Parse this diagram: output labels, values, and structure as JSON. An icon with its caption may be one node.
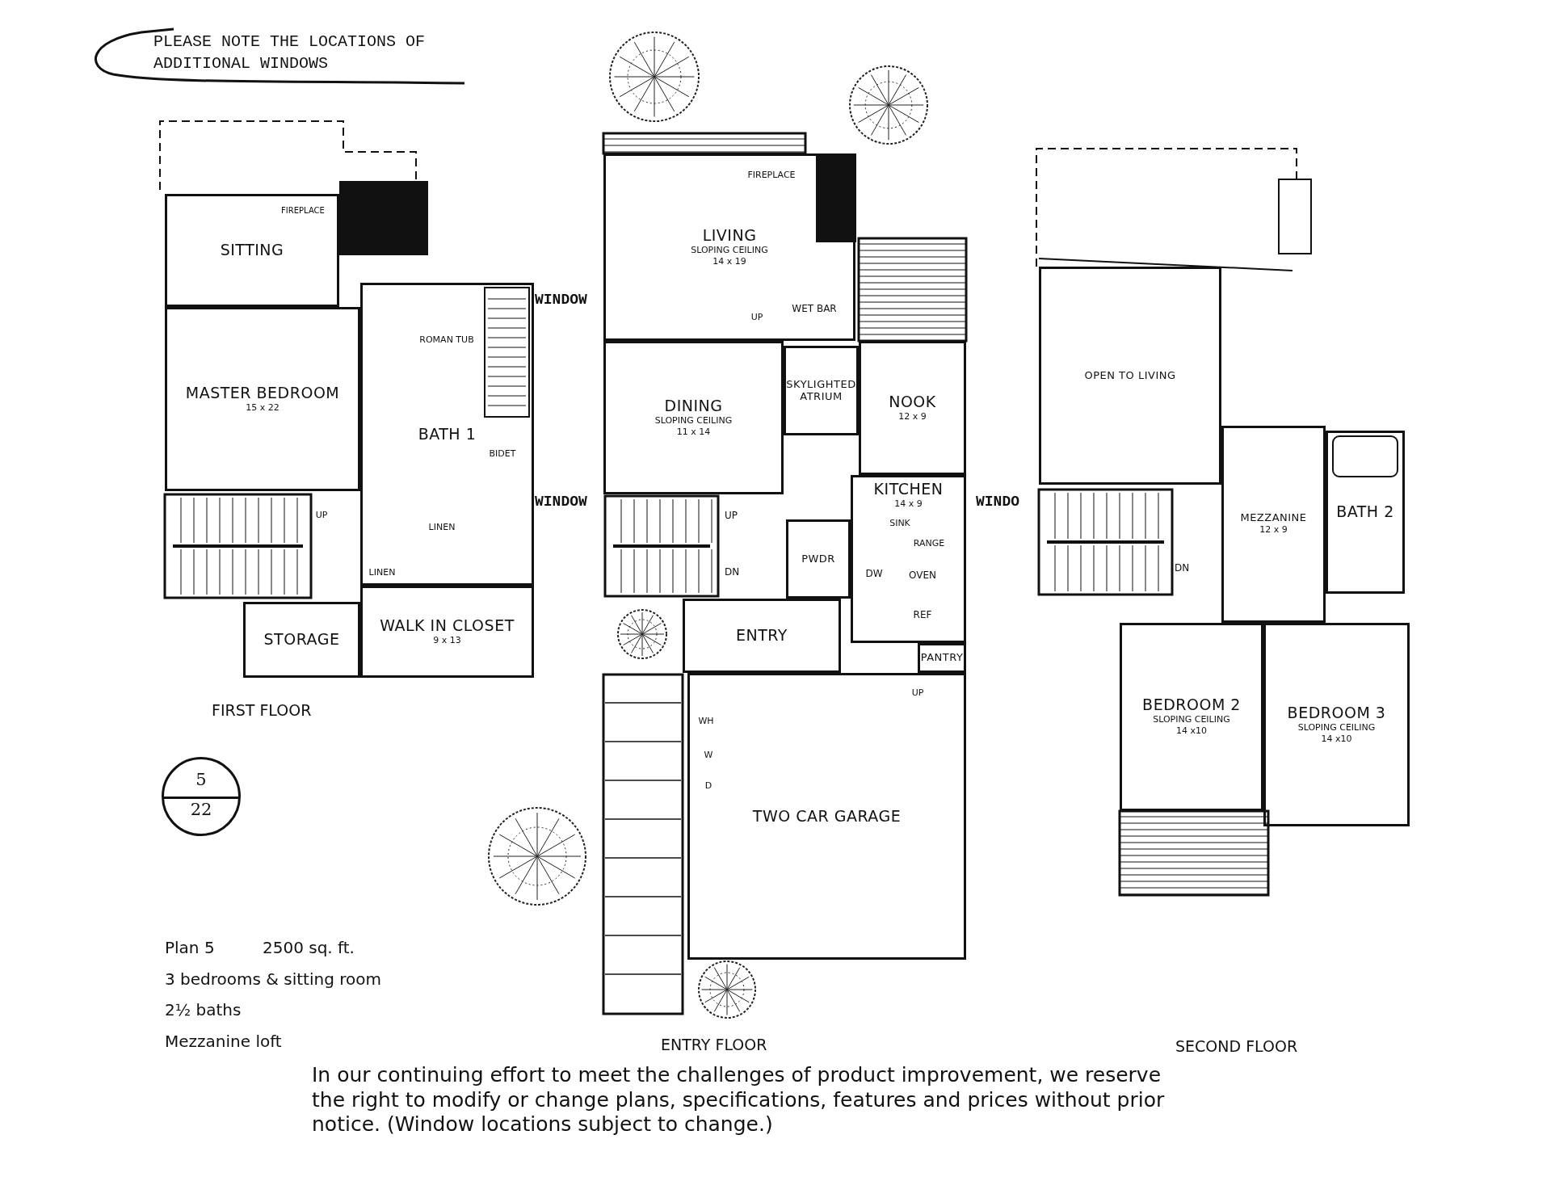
{
  "diagram": {
    "caption": "In our continuing effort to meet the challenges of product improvement, we reserve the right to modify or change plans, specifications, features and prices without prior notice. (Window locations subject to change.)",
    "nodes": [
      {
        "text": [
          "FIRST FLOOR"
        ]
      },
      {
        "text": [
          "SITTING"
        ],
        "in": 0
      },
      {
        "text": [
          "MASTER BEDROOM",
          "15 x 22"
        ],
        "in": 0
      },
      {
        "text": [
          "BATH 1"
        ],
        "in": 0
      },
      {
        "text": [
          "WALK IN CLOSET",
          "9 x 13"
        ],
        "in": 0
      },
      {
        "text": [
          "STORAGE"
        ],
        "in": 0
      },
      {
        "text": [
          "ENTRY FLOOR"
        ]
      },
      {
        "text": [
          "LIVING",
          "SLOPING CEILING",
          "14 x 19"
        ],
        "in": 6
      },
      {
        "text": [
          "DINING",
          "SLOPING CEILING",
          "11 x 14"
        ],
        "in": 6
      },
      {
        "text": [
          "SKYLIGHTED ATRIUM"
        ],
        "in": 6
      },
      {
        "text": [
          "NOOK",
          "12 x 9"
        ],
        "in": 6
      },
      {
        "text": [
          "KITCHEN",
          "14 x 9"
        ],
        "in": 6
      },
      {
        "text": [
          "PWDR"
        ],
        "in": 6
      },
      {
        "text": [
          "ENTRY"
        ],
        "in": 6
      },
      {
        "text": [
          "PANTRY"
        ],
        "in": 6
      },
      {
        "text": [
          "TWO CAR GARAGE"
        ],
        "in": 6
      },
      {
        "text": [
          "SECOND FLOOR"
        ]
      },
      {
        "text": [
          "OPEN TO LIVING"
        ],
        "in": 16
      },
      {
        "text": [
          "MEZZANINE",
          "12 x 9"
        ],
        "in": 16
      },
      {
        "text": [
          "BATH 2"
        ],
        "in": 16
      },
      {
        "text": [
          "BEDROOM 2",
          "SLOPING CEILING",
          "14 x10"
        ],
        "in": 16
      },
      {
        "text": [
          "BEDROOM 3",
          "SLOPING CEILING",
          "14 x10"
        ],
        "in": 16
      },
      {
        "text": [
          "5",
          "22"
        ]
      }
    ],
    "labels": [
      "PLEASE NOTE THE LOCATIONS OF ADDITIONAL WINDOWS",
      "WINDOW",
      "WINDOW",
      "WINDO",
      "FIREPLACE",
      "ROMAN TUB",
      "BIDET",
      "LINEN",
      "LINEN",
      "UP",
      "FIREPLACE",
      "WET BAR",
      "UP",
      "UP",
      "DN",
      "SINK",
      "RANGE",
      "OVEN",
      "REF",
      "DW",
      "UP",
      "WH",
      "W",
      "D",
      "DN",
      "Plan 5",
      "2500 sq. ft.",
      "3 bedrooms & sitting room",
      "2½ baths",
      "Mezzanine loft"
    ]
  }
}
